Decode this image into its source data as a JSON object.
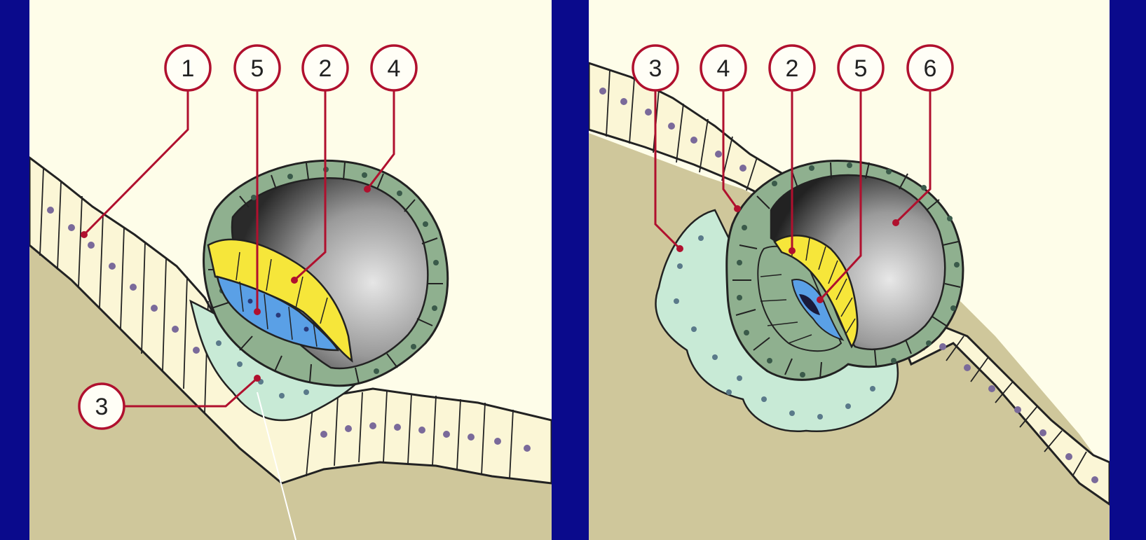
{
  "colors": {
    "background": "#0a0a8c",
    "panel": "#fefde9",
    "tissue": "#cfc79b",
    "epithelium": "#fbf6d6",
    "trophoblast": "#8fb08f",
    "hypoblast": "#f6e63a",
    "epiblast": "#5aa0e6",
    "invasive": "#c8ead6",
    "cavity": "#555555",
    "leader": "#b0102e"
  },
  "left_panel": {
    "labels": [
      "1",
      "5",
      "2",
      "4",
      "3"
    ]
  },
  "right_panel": {
    "labels": [
      "3",
      "4",
      "2",
      "5",
      "6"
    ]
  }
}
